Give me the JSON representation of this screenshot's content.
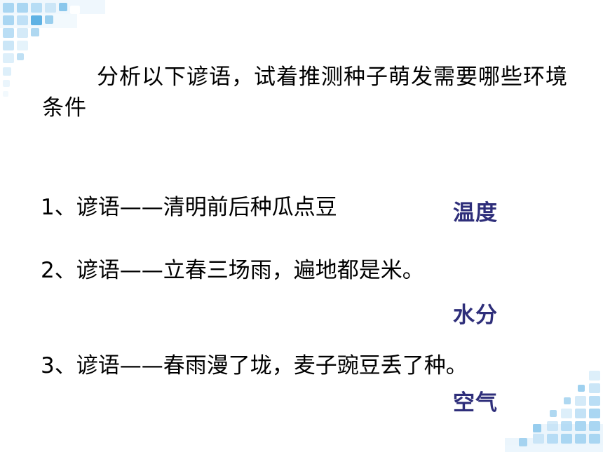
{
  "slide": {
    "intro": "分析以下谚语，试着推测种子萌发需要哪些环境条件",
    "proverbs": [
      {
        "text": "1、谚语——清明前后种瓜点豆",
        "answer": "温度"
      },
      {
        "text": "2、谚语——立春三场雨，遍地都是米。",
        "answer": "水分"
      },
      {
        "text": "3、谚语——春雨漫了垅，麦子豌豆丢了种。",
        "answer": "空气"
      }
    ]
  },
  "colors": {
    "answer_text": "#2e2e7a",
    "tile_light": "#dff0fb",
    "tile_mid": "#a9d6f2",
    "tile_dark": "#5fb2e4"
  }
}
